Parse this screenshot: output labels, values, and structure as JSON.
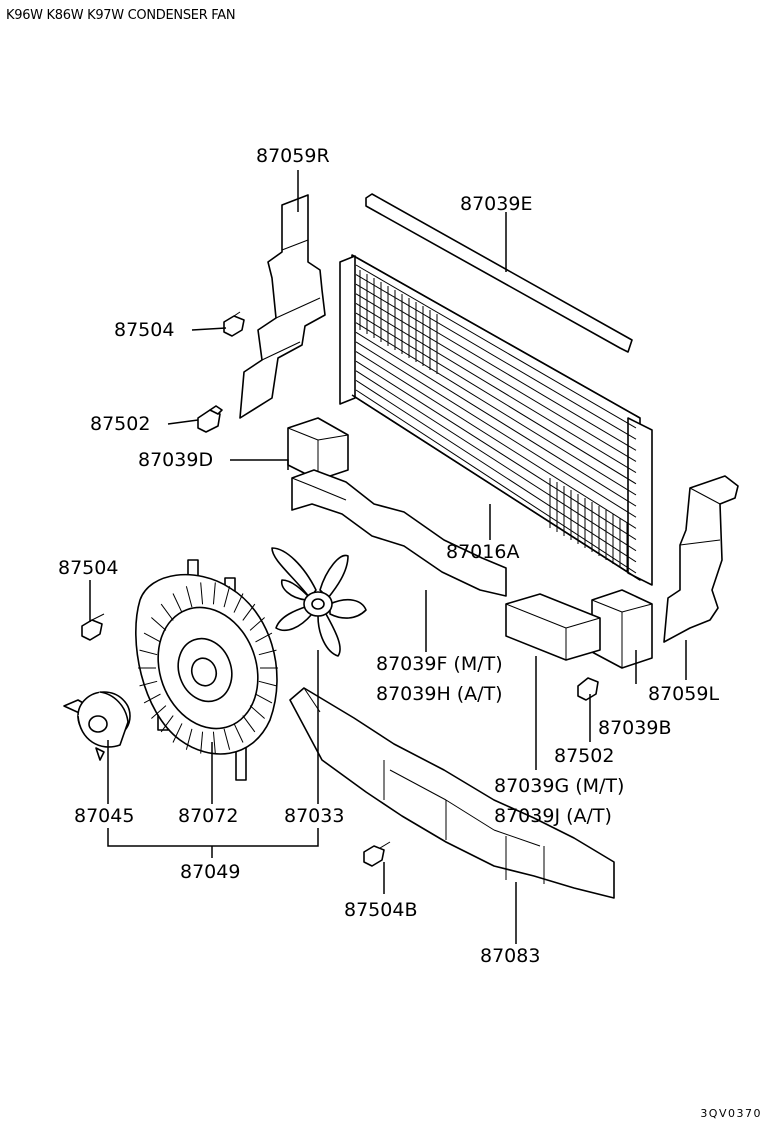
{
  "header": {
    "title": "K96W K86W K97W CONDENSER FAN"
  },
  "footer": {
    "code": "3QV0370"
  },
  "parts": {
    "p87059R": "87059R",
    "p87039E": "87039E",
    "p87504_top": "87504",
    "p87502_top": "87502",
    "p87039D": "87039D",
    "p87016A": "87016A",
    "p87504_left": "87504",
    "p87039F": "87039F (M/T)",
    "p87039H": "87039H (A/T)",
    "p87059L": "87059L",
    "p87039B": "87039B",
    "p87502_mid": "87502",
    "p87039G": "87039G (M/T)",
    "p87039J": "87039J (A/T)",
    "p87045": "87045",
    "p87072": "87072",
    "p87033": "87033",
    "p87049": "87049",
    "p87504B": "87504B",
    "p87083": "87083"
  }
}
